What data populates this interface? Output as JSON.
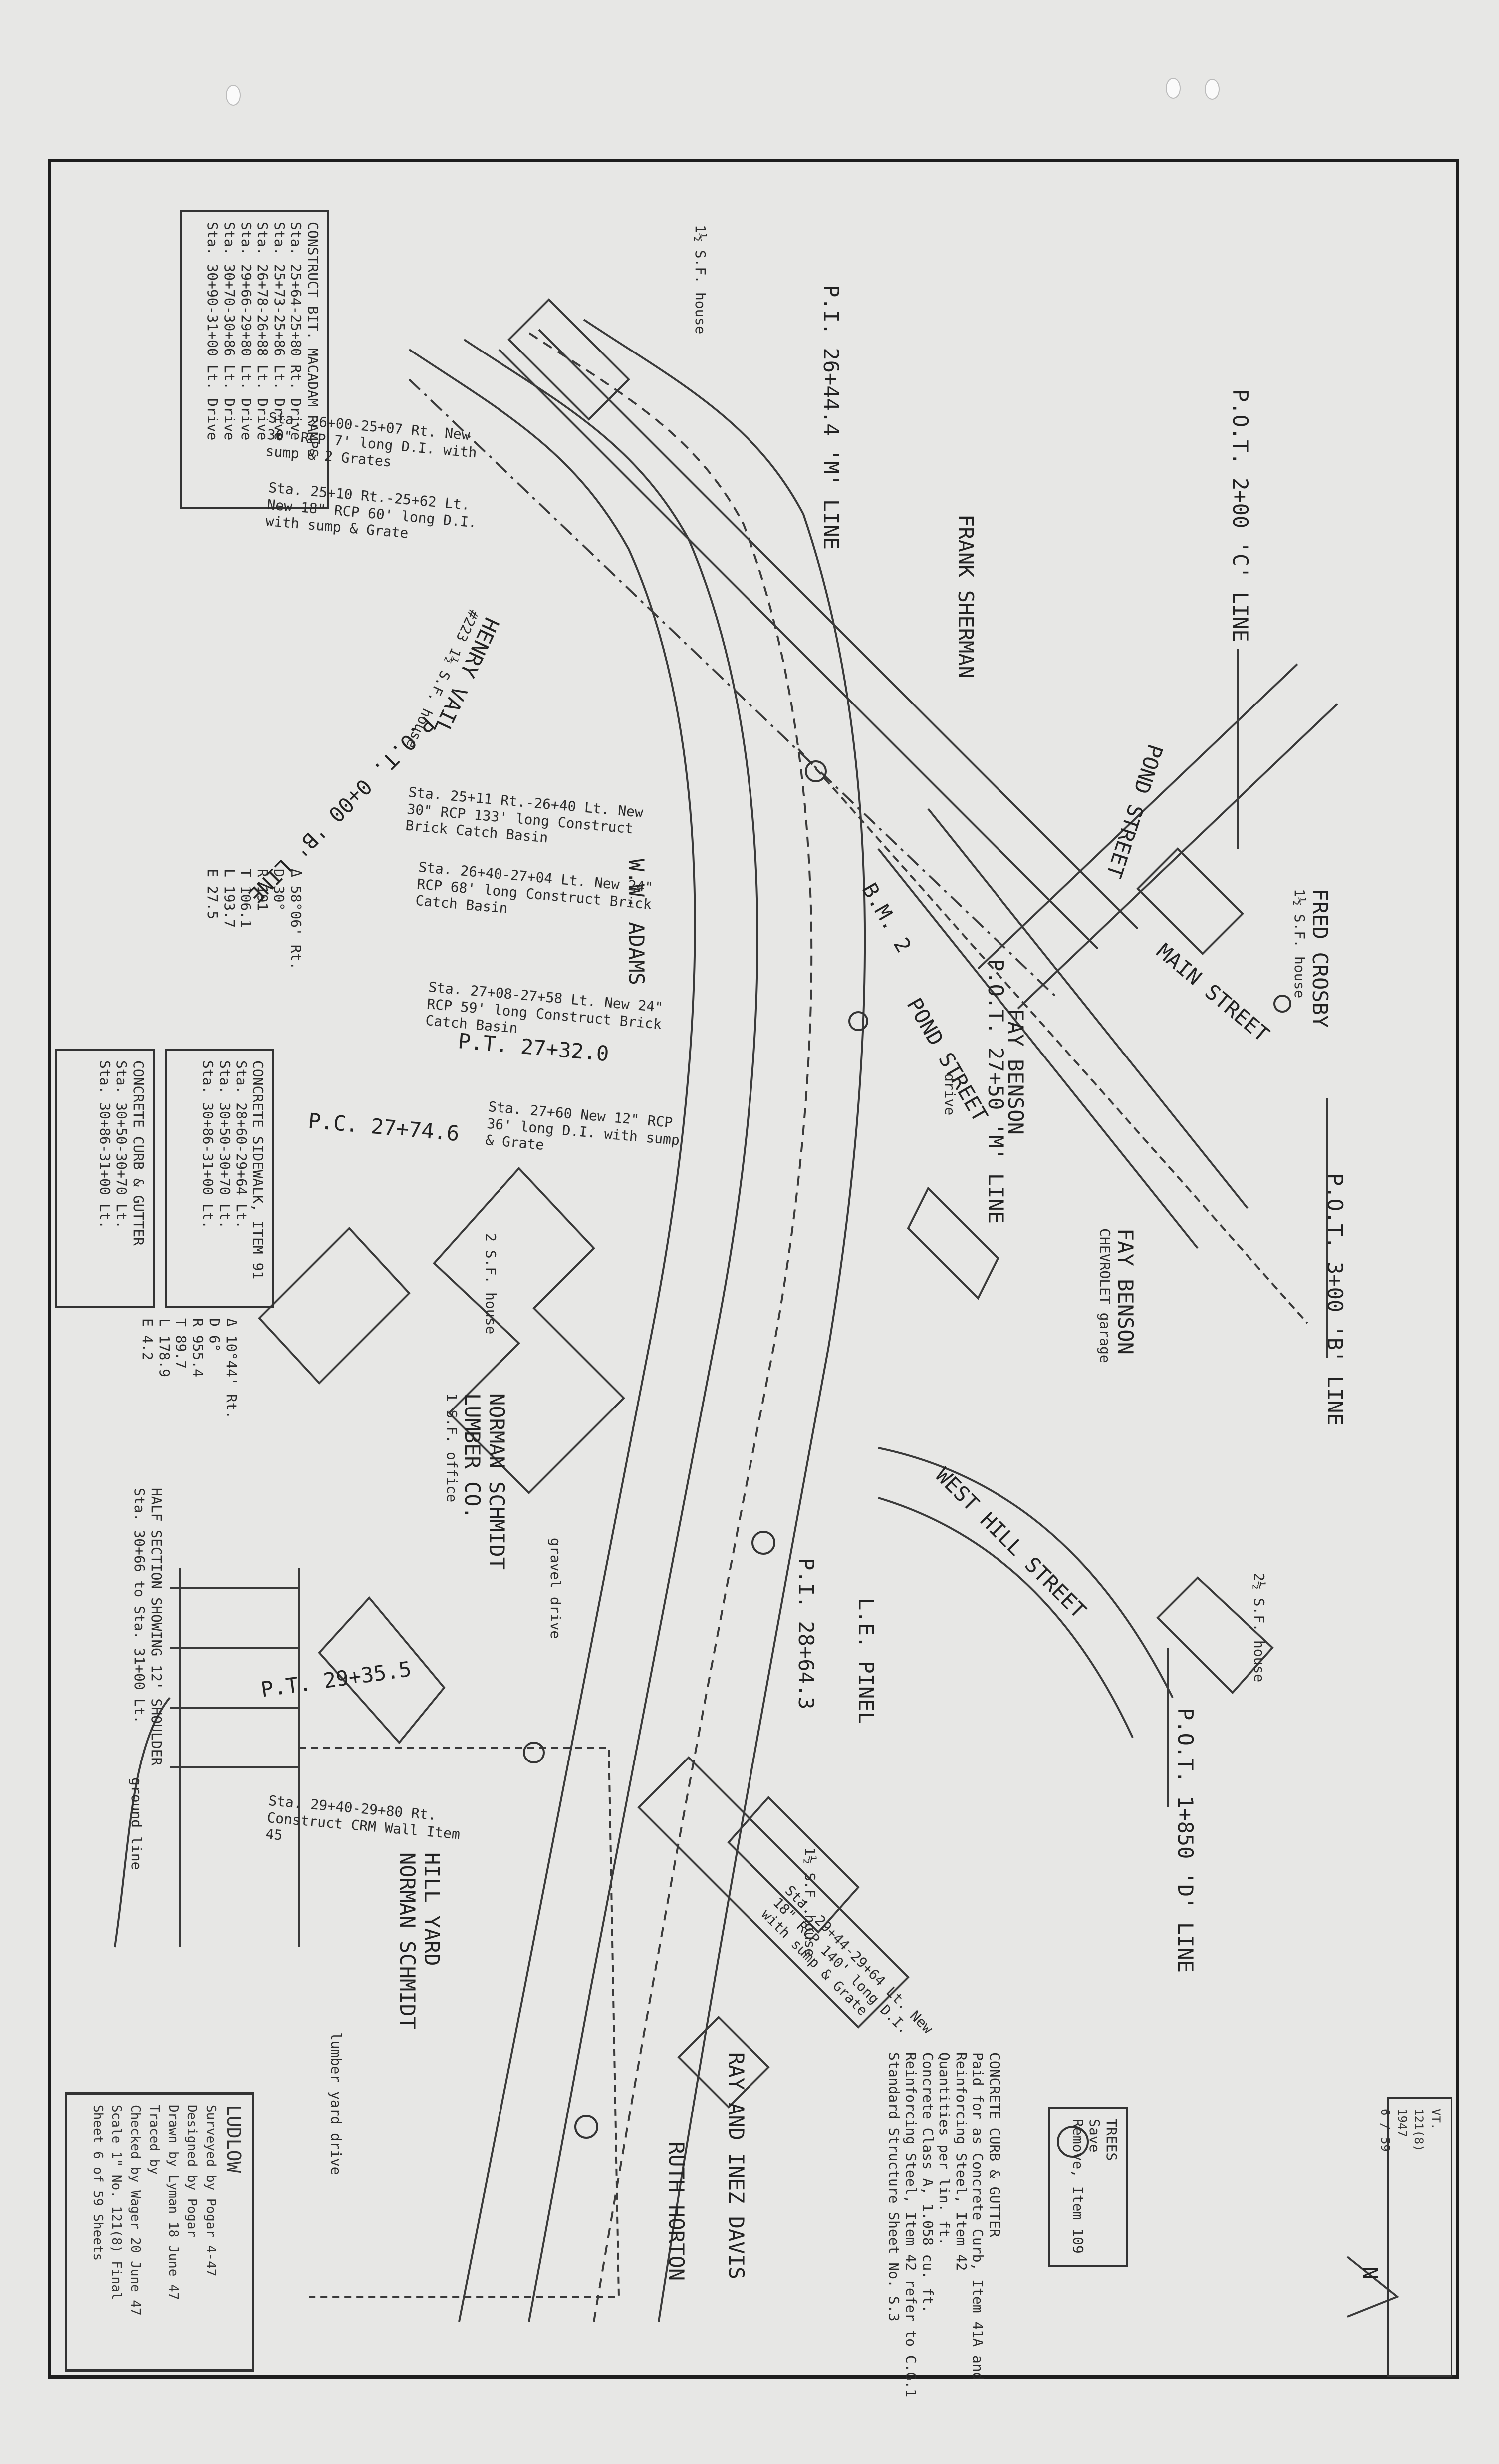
{
  "ramps": {
    "title": "CONSTRUCT BIT. MACADAM RAMPS",
    "lines": [
      "Sta. 25+64-25+80 Rt. Drive",
      "Sta. 25+73-25+86 Lt. Drive",
      "Sta. 26+78-26+88 Lt. Drive",
      "Sta. 29+66-29+80 Lt. Drive",
      "Sta. 30+70-30+86 Lt. Drive",
      "Sta. 30+90-31+00 Lt. Drive"
    ]
  },
  "curve1": {
    "delta": "Δ 58°06' Rt.",
    "d": "D 30°",
    "r": "R 191",
    "t": "T 106.1",
    "l": "L 193.7",
    "e": "E 27.5"
  },
  "curve2": {
    "delta": "Δ 10°44' Rt.",
    "d": "D 6°",
    "r": "R 955.4",
    "t": "T 89.7",
    "l": "L 178.9",
    "e": "E 4.2"
  },
  "sidewalk": {
    "title": "CONCRETE SIDEWALK, ITEM 91",
    "lines": [
      "Sta. 28+60-29+64 Lt.",
      "Sta. 30+50-30+70 Lt.",
      "Sta. 30+86-31+00 Lt."
    ]
  },
  "curb": {
    "title": "CONCRETE CURB & GUTTER",
    "lines": [
      "Sta. 30+50-30+70 Lt.",
      "Sta. 30+86-31+00 Lt."
    ]
  },
  "labels": {
    "pot_200": "P.O.T. 2+00 'C' LINE",
    "pot_300": "P.O.T. 3+00 'B' LINE",
    "pot_1850": "P.O.T. 1+850 'D' LINE",
    "pot_0": "P.O.T. 0+00 'B' LINE",
    "pot_26": "P.O.T. 27+50 'M' LINE",
    "pond": "POND STREET",
    "pond2": "POND STREET",
    "main": "MAIN STREET",
    "westhill": "WEST HILL STREET",
    "fred": "FRED CROSBY",
    "fred_h": "1½ S.F. house",
    "fay": "FAY BENSON",
    "fay2": "FAY BENSON",
    "fay_g": "CHEVROLET garage",
    "lepinel": "L.E. PINEL",
    "schmidt": "NORMAN SCHMIDT",
    "schmidt_sub": "LUMBER CO.",
    "schmidt_off": "1 S.F. office",
    "hill_yard": "HILL YARD",
    "hill_schmidt": "NORMAN SCHMIDT",
    "ray": "RAY AND INEZ DAVIS",
    "ruth": "RUTH HORTON",
    "henry": "HENRY VAIL",
    "henry_h": "#223 1½ S.F. house",
    "ww_adams": "W.W. ADAMS",
    "frank": "FRANK SHERMAN",
    "pi_m": "P.I. 26+44.4 'M' LINE",
    "pc": "P.C. 27+74.6",
    "pt": "P.T. 27+32.0",
    "pi21": "P.I. 28+64.3",
    "pt_bottom": "P.T. 29+35.5",
    "bm": "B.M. 2",
    "half_section": "HALF SECTION SHOWING 12' SHOULDER",
    "half_sta": "Sta. 30+66 to Sta. 31+00 Lt.",
    "ground": "ground line",
    "house_2sf": "2 S.F. house",
    "house_1half": "1½ S.F. house",
    "house_2half": "2½ S.F. house",
    "house_1sf": "1½ S.F. house",
    "gravel_drive": "gravel drive",
    "lumber_drive": "lumber yard drive",
    "drive": "drive"
  },
  "notes": [
    "Sta. 26+00-25+07 Rt. New 30\" RCP 7' long D.I. with sump & 2 Grates",
    "Sta. 25+10 Rt.-25+62 Lt. New 18\" RCP 60' long D.I. with sump & Grate",
    "Sta. 25+11 Rt.-26+40 Lt. New 30\" RCP 133' long Construct Brick Catch Basin",
    "Sta. 26+40-27+04 Lt. New 24\" RCP 68' long Construct Brick Catch Basin",
    "Sta. 27+08-27+58 Lt. New 24\" RCP 59' long Construct Brick Catch Basin",
    "Sta. 27+60 New 12\" RCP 36' long D.I. with sump & Grate",
    "Sta. 29+40-29+80 Rt. Construct CRM Wall Item 45",
    "Sta. 29+44-29+64 Lt. New 18\" RCP 140' long D.I. with sump & Grate"
  ],
  "title_block": {
    "title": "LUDLOW",
    "surveyed_label": "Surveyed by",
    "surveyed": "Pogar",
    "surveyed_date": "4-47",
    "designed_label": "Designed by",
    "designed": "Pogar",
    "drawn_label": "Drawn by",
    "drawn": "Lyman",
    "drawn_date": "18 June 47",
    "traced_label": "Traced by",
    "traced": "",
    "checked_label": "Checked by",
    "checked": "Wager",
    "checked_date": "20 June 47",
    "scale_label": "Scale",
    "scale": "1\"",
    "no_label": "No.",
    "no": "121(8)",
    "final": "Final",
    "sheet_label": "Sheet",
    "sheet": "6",
    "of": "of 59",
    "sheets": "Sheets"
  },
  "trees": {
    "title": "TREES",
    "save": "Save",
    "remove": "Remove, Item 109"
  },
  "curb_detail": {
    "title": "CONCRETE CURB & GUTTER",
    "l1": "Paid for as Concrete Curb, Item 41A and",
    "l2": "Reinforcing Steel, Item 42",
    "l3": "Quantities per lin. ft.",
    "l4": "Concrete Class A, 1.058 cu. ft.",
    "l5": "Reinforcing Steel, Item 42 refer to C.G.1",
    "l6": "Standard Structure Sheet No. S.3"
  },
  "corner": {
    "state": "VT.",
    "project": "121(8)",
    "year": "1947",
    "sheet": "6",
    "total": "59"
  },
  "north": "N",
  "colors": {
    "paper": "#e7e7e5",
    "ink": "#2a2a2a",
    "border": "#1e1e1e"
  }
}
